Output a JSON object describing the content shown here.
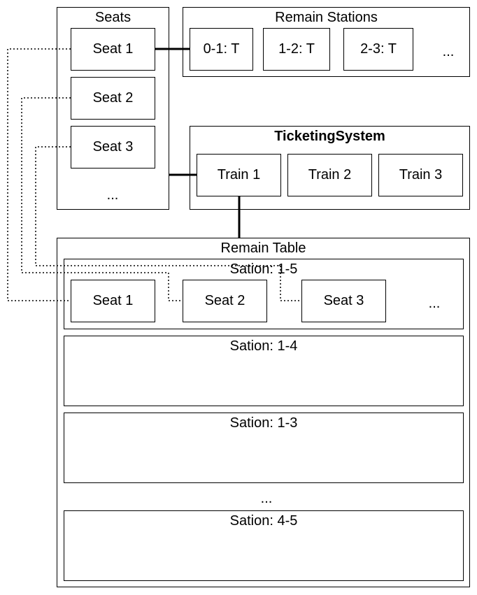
{
  "seats": {
    "title": "Seats",
    "items": [
      "Seat 1",
      "Seat 2",
      "Seat 3"
    ],
    "more": "..."
  },
  "remain_stations": {
    "title": "Remain Stations",
    "items": [
      "0-1: T",
      "1-2: T",
      "2-3: T"
    ],
    "more": "..."
  },
  "ticketing_system": {
    "title": "TicketingSystem",
    "trains": [
      "Train 1",
      "Train 2",
      "Train 3"
    ]
  },
  "remain_table": {
    "title": "Remain Table",
    "sections": [
      {
        "label": "Sation: 1-5",
        "seats": [
          "Seat 1",
          "Seat 2",
          "Seat 3"
        ],
        "more": "..."
      },
      {
        "label": "Sation: 1-4"
      },
      {
        "label": "Sation: 1-3"
      },
      {
        "label": "Sation: 4-5"
      }
    ],
    "more": "..."
  }
}
